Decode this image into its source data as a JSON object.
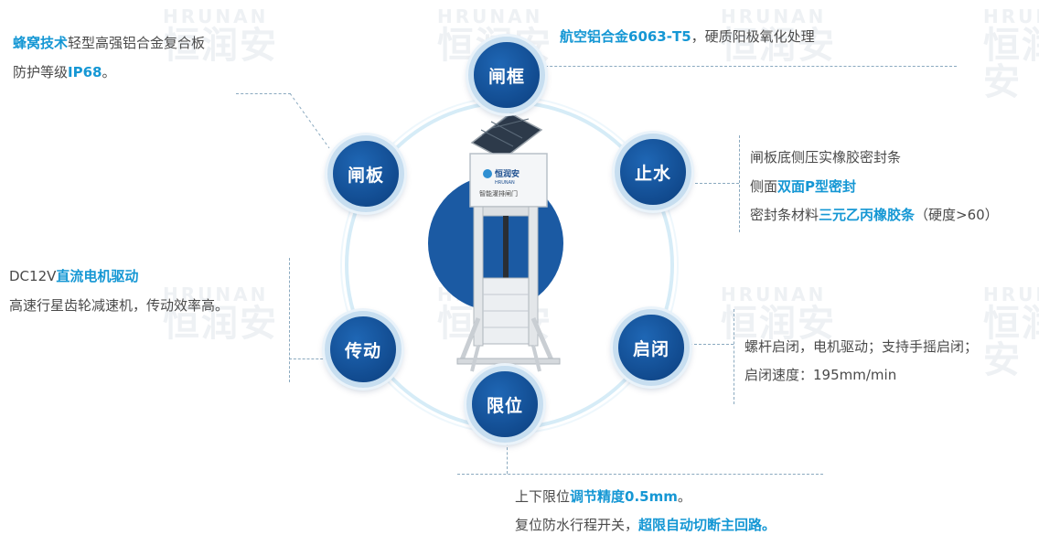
{
  "watermark": {
    "en": "HRUNAN",
    "cn": "恒润安"
  },
  "device": {
    "brand_cn": "恒润安",
    "brand_en": "HRUNAN",
    "product_label": "智能灌排闸门"
  },
  "nodes": {
    "zhakuang": "闸框",
    "zhiShui": "止水",
    "qiBi": "启闭",
    "xianWei": "限位",
    "chuanDong": "传动",
    "zhaBan": "闸板"
  },
  "panels": {
    "zhaBan": {
      "l1_hl": "蜂窝技术",
      "l1_rest": "轻型高强铝合金复合板",
      "l2_pre": "防护等级",
      "l2_hl": "IP68",
      "l2_post": "。"
    },
    "zhakuang": {
      "hl": "航空铝合金6063-T5",
      "rest": "，硬质阳极氧化处理"
    },
    "zhiShui": {
      "l1": "闸板底侧压实橡胶密封条",
      "l2_pre": "侧面",
      "l2_hl": "双面P型密封",
      "l3_pre": "密封条材料",
      "l3_hl": "三元乙丙橡胶条",
      "l3_post": "（硬度>60）"
    },
    "chuanDong": {
      "l1_pre": "DC12V",
      "l1_hl": "直流电机驱动",
      "l2": "高速行星齿轮减速机，传动效率高。"
    },
    "qiBi": {
      "l1": "螺杆启闭，电机驱动；支持手摇启闭；",
      "l2": "启闭速度：195mm/min"
    },
    "xianWei": {
      "l1_pre": "上下限位",
      "l1_hl": "调节精度0.5mm",
      "l1_post": "。",
      "l2_pre": "复位防水行程开关，",
      "l2_hl": "超限自动切断主回路。"
    }
  }
}
